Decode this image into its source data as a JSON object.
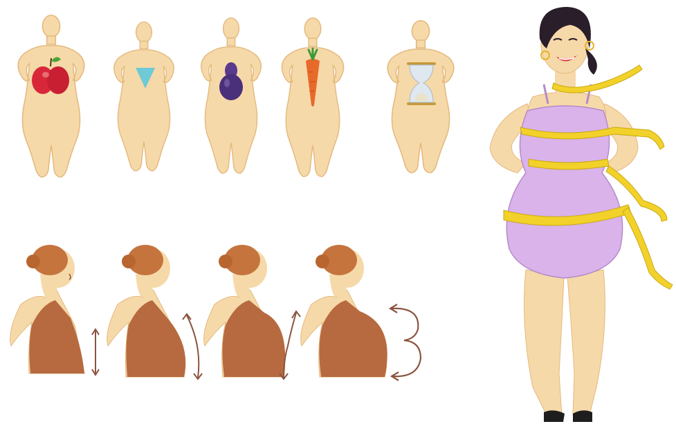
{
  "illustration": {
    "colors": {
      "skin": "#f6d9a8",
      "skin_outline": "#e4b97f",
      "apple": "#d9273a",
      "triangle": "#6fc9d6",
      "pear": "#5a3a8c",
      "carrot": "#e86a2a",
      "hourglass_glass": "#dfe8f0",
      "hourglass_frame": "#c69a3a",
      "top_brown": "#b76a3f",
      "hair": "#c5743e",
      "arrow": "#8a5440",
      "dress": "#d9b3ea",
      "tape": "#f2d12a",
      "dark_hair": "#2a1e2a",
      "lips": "#d8242e"
    },
    "body_shapes": [
      {
        "icon": "apple-icon"
      },
      {
        "icon": "inverted-triangle-icon"
      },
      {
        "icon": "pear-icon"
      },
      {
        "icon": "carrot-icon"
      },
      {
        "icon": "hourglass-icon"
      }
    ],
    "bust_profiles": [
      {
        "arrow": "straight-arrow"
      },
      {
        "arrow": "curved-arrow"
      },
      {
        "arrow": "s-curve-arrow"
      },
      {
        "arrow": "number-three-arrow"
      }
    ],
    "measuring_figure": {
      "tape": "measuring-tape-icon"
    }
  }
}
